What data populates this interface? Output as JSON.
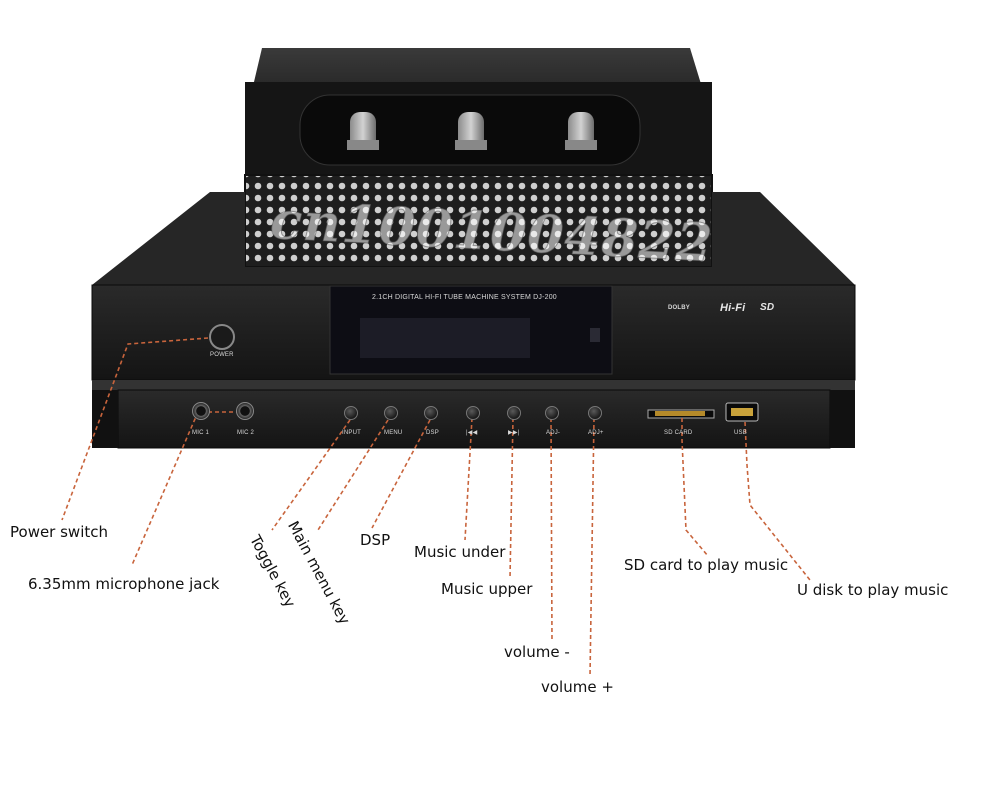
{
  "watermark": "cn1001004822",
  "panel": {
    "display_text": "2.1CH DIGITAL HI-FI TUBE MACHINE SYSTEM DJ-200",
    "power_label": "POWER",
    "hifi_label": "Hi-Fi",
    "sd_logo": "SD",
    "dolby_logo": "DOLBY",
    "mic1_label": "MIC 1",
    "mic2_label": "MIC 2",
    "input_label": "INPUT",
    "menu_label": "MENU",
    "dsp_label": "DSP",
    "prev_label": "|◀◀",
    "next_label": "▶▶|",
    "adj_minus_label": "ADJ-",
    "adj_plus_label": "ADJ+",
    "sdcard_label": "SD CARD",
    "usb_label": "USB"
  },
  "callouts": {
    "power_switch": "Power switch",
    "mic_jack": "6.35mm microphone jack",
    "toggle_key": "Toggle key",
    "main_menu_key": "Main menu key",
    "dsp": "DSP",
    "music_under": "Music under",
    "music_upper": "Music upper",
    "volume_minus": "volume -",
    "volume_plus": "volume +",
    "sd_card": "SD card to play music",
    "u_disk": "U disk to play music"
  },
  "colors": {
    "leader_line": "#c8643c",
    "chassis": "#1c1c1c",
    "display": "#0d0d14"
  }
}
